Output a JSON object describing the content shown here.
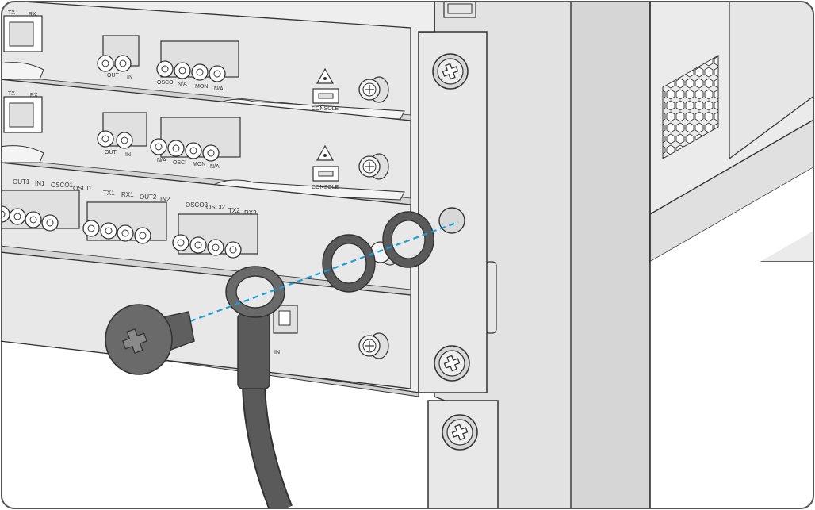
{
  "figure": {
    "colors": {
      "outline": "#333333",
      "panel": "#e6e6e6",
      "panel_light": "#f0f0f0",
      "rack": "#dcdcdc",
      "rack_dark": "#c8c8c8",
      "cable": "#5a5a5a",
      "guide_line": "#1aa0d8",
      "border": "#555555"
    },
    "icons": [
      "screw-icon",
      "ring-terminal-icon",
      "washer-icon",
      "thumbscrew-icon",
      "laser-warning-icon",
      "usb-console-icon"
    ],
    "board1": {
      "tx": "TX",
      "rx": "RX",
      "ports_a": [
        "OUT",
        "IN"
      ],
      "ports_b": [
        "OSCO",
        "N/A",
        "MON",
        "N/A"
      ],
      "console": "CONSOLE"
    },
    "board2": {
      "tx": "TX",
      "rx": "RX",
      "ports_a": [
        "OUT",
        "IN"
      ],
      "ports_b": [
        "N/A",
        "OSCI",
        "MON",
        "N/A"
      ],
      "console": "CONSOLE"
    },
    "board3": {
      "group1": [
        "OUT1",
        "IN1",
        "OSCO1",
        "OSCI1"
      ],
      "group2": [
        "TX1",
        "RX1",
        "OUT2",
        "IN2"
      ],
      "group3": [
        "OSCO2",
        "OSCI2",
        "TX2",
        "RX2"
      ]
    },
    "board4": {
      "in_label": "IN"
    }
  }
}
